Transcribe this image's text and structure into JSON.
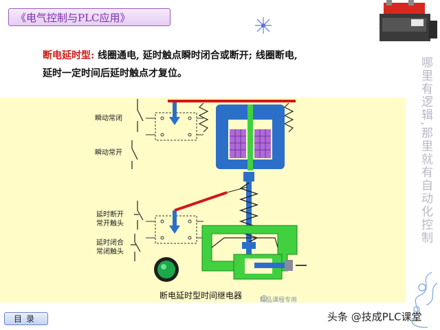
{
  "header": {
    "title": "《电气控制与PLC应用》"
  },
  "description": {
    "highlight": "断电延时型:",
    "line1_rest": "  线圈通电,  延时触点瞬时闭合或断开;  线圈断电,",
    "line2": "延时一定时间后延时触点才复位。"
  },
  "side_text": "哪里有逻辑,那里就有自动化控制",
  "diagram": {
    "labels": {
      "instant_nc": "瞬动常闭",
      "instant_no": "瞬动常开",
      "delay_open_line1": "延时断开",
      "delay_open_line2": "常开触头",
      "delay_close_line1": "延时闭合",
      "delay_close_line2": "常闭触头"
    },
    "caption": "断电延时型时间继电器",
    "watermark": "精品课程专用"
  },
  "nav": {
    "menu_label": "目录"
  },
  "footer": {
    "credit": "头条 @技成PLC课堂"
  },
  "colors": {
    "accent_purple": "#7b2fb0",
    "highlight_red": "#d01818",
    "panel_yellow": "#fffcc8",
    "core_blue": "#2c6fc8",
    "coil_purple": "#b06ad8",
    "chamber_green": "#40d040",
    "button_green": "#1aa84a"
  }
}
